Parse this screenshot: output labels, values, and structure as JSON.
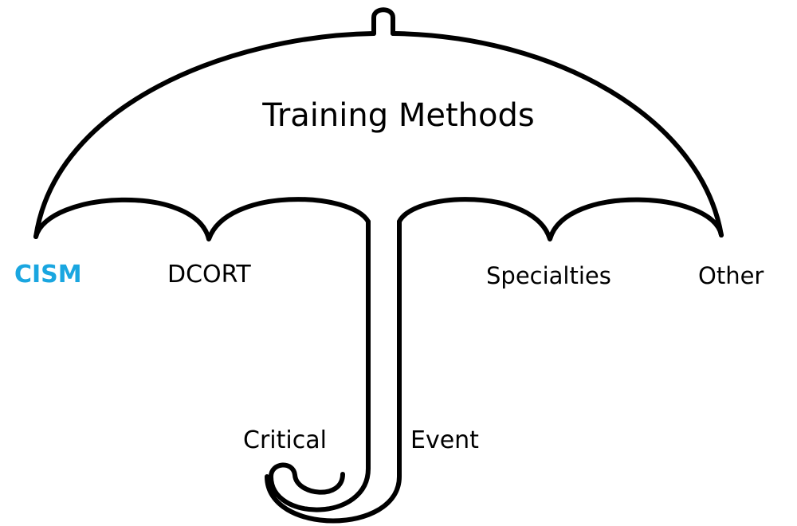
{
  "diagram": {
    "title": "Training Methods",
    "labels": {
      "cism": "CISM",
      "dcort": "DCORT",
      "specialties": "Specialties",
      "other": "Other",
      "critical": "Critical",
      "event": "Event"
    },
    "colors": {
      "highlight": "#1aa6e0",
      "stroke": "#000000",
      "text": "#000000",
      "background": "#ffffff"
    },
    "shape": "umbrella"
  }
}
